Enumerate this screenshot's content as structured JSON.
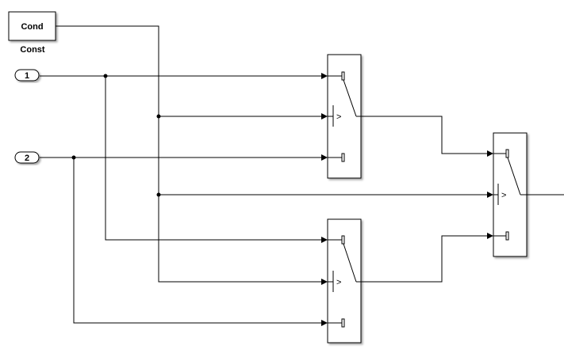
{
  "const_block": {
    "value": "Cond",
    "name": "Const"
  },
  "inports": [
    {
      "number": "1"
    },
    {
      "number": "2"
    }
  ],
  "switches": [
    {
      "id": "switch-top",
      "criterion_symbol": ">"
    },
    {
      "id": "switch-bottom",
      "criterion_symbol": ">"
    },
    {
      "id": "switch-output",
      "criterion_symbol": ">"
    }
  ]
}
